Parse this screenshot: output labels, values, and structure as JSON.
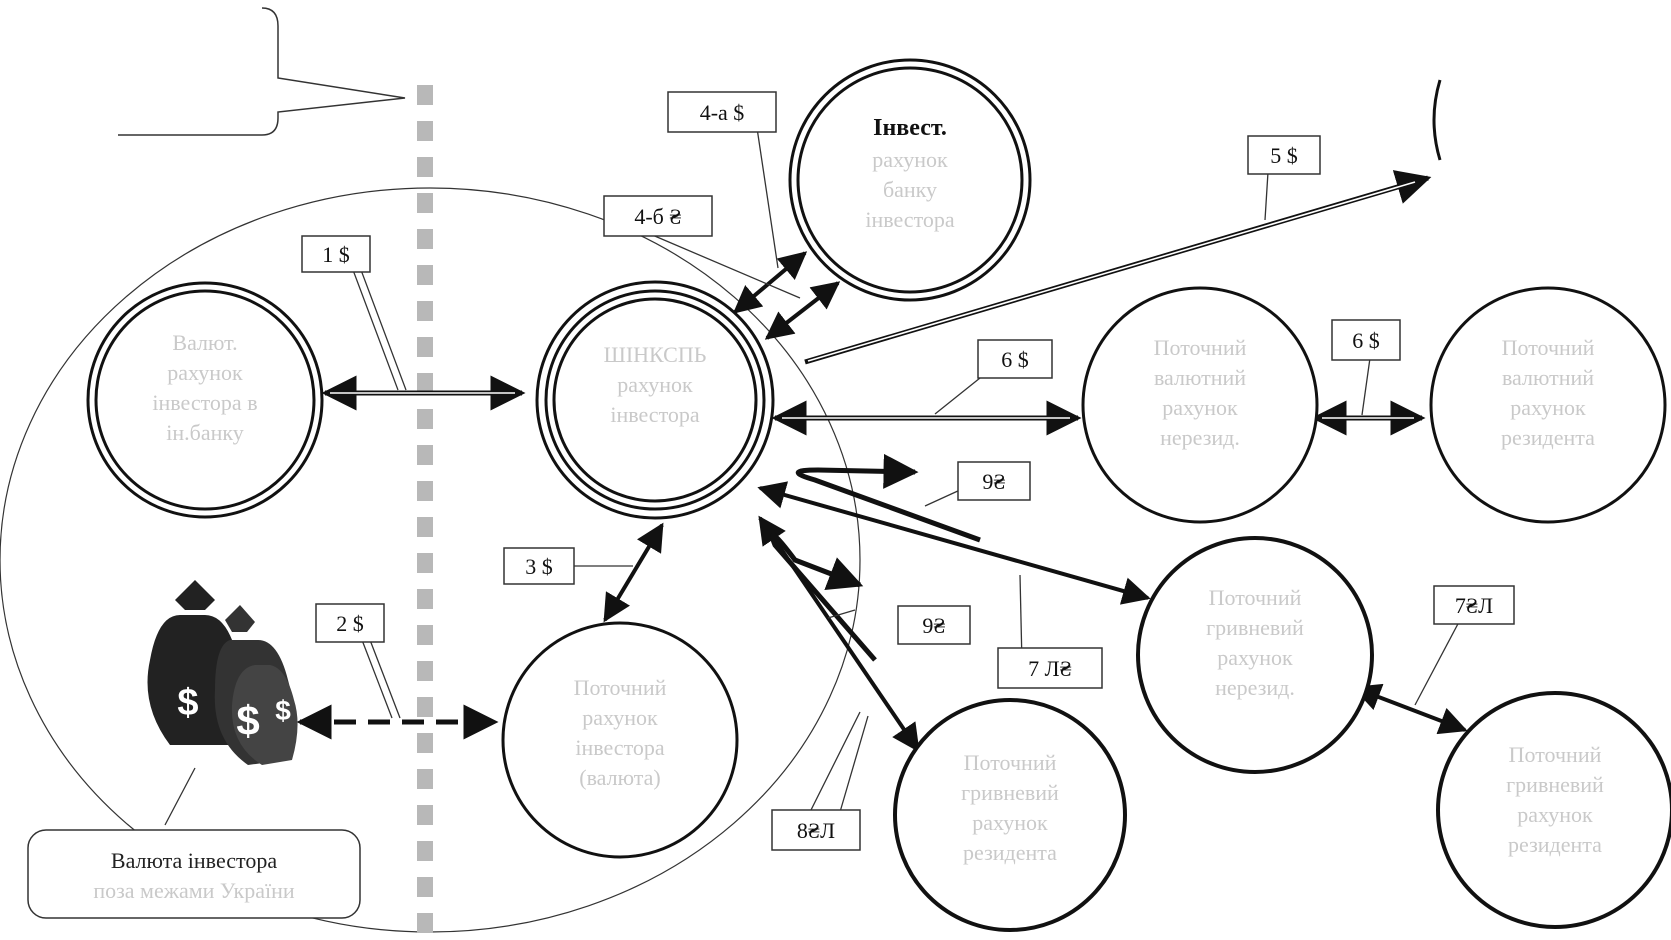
{
  "nodes": {
    "center": [
      "ШІНКСПЬ",
      "рахунок",
      "інвестора"
    ],
    "invest": [
      "Інвест.",
      "рахунок",
      "банку",
      "інвестора"
    ],
    "left": [
      "Валют.",
      "рахунок",
      "інвестора в",
      "ін.банку"
    ],
    "current": [
      "Поточний",
      "рахунок",
      "інвестора",
      "(валюта)"
    ],
    "right1": [
      "Поточний",
      "валютний",
      "рахунок",
      "нерезид."
    ],
    "far_right": [
      "Поточний",
      "валютний",
      "рахунок",
      "резидента"
    ],
    "right2": [
      "Поточний",
      "гривневий",
      "рахунок",
      "нерезид."
    ],
    "bottom": [
      "Поточний",
      "гривневий",
      "рахунок",
      "резидента"
    ],
    "bottom_right": [
      "Поточний",
      "гривневий",
      "рахунок",
      "резидента"
    ]
  },
  "labels": {
    "l1": "1 $",
    "l2": "2 $",
    "l3": "3 $",
    "l4a": "4-а $",
    "l4b": "4-б ₴",
    "l5": "5 $",
    "l6a": "6 $",
    "l6b": "6 $",
    "l7": "7 Л₴",
    "l7b": "7₴Л",
    "l8": "8₴Л",
    "l9a": "9₴",
    "l9b": "9₴"
  },
  "caption": [
    "Валюта інвестора",
    "поза межами України"
  ],
  "icons": {
    "money": "money-bags-icon"
  }
}
